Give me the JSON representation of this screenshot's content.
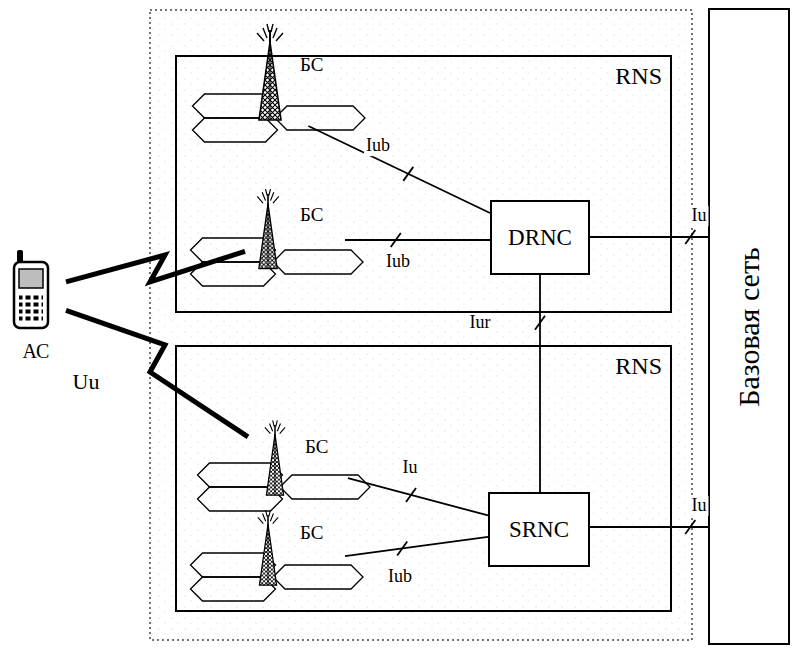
{
  "diagram": {
    "nodes": [
      {
        "text": [
          "RNS"
        ]
      },
      {
        "text": [
          "БС"
        ],
        "in": 0
      },
      {
        "text": [
          "БС"
        ],
        "in": 0
      },
      {
        "text": [
          "DRNC"
        ],
        "in": 0
      },
      {
        "text": [
          "RNS"
        ]
      },
      {
        "text": [
          "БС"
        ],
        "in": 4
      },
      {
        "text": [
          "БС"
        ],
        "in": 4
      },
      {
        "text": [
          "SRNC"
        ],
        "in": 4
      },
      {
        "text": [
          "Базовая сеть"
        ]
      },
      {
        "text": [
          "АС"
        ]
      }
    ],
    "edges": [
      {
        "from": 1,
        "to": 3,
        "arrow": "none",
        "label": "Iub"
      },
      {
        "from": 2,
        "to": 3,
        "arrow": "none",
        "label": "Iub"
      },
      {
        "from": 3,
        "to": 8,
        "arrow": "none",
        "label": "Iu"
      },
      {
        "from": 3,
        "to": 7,
        "arrow": "none",
        "label": "Iur"
      },
      {
        "from": 5,
        "to": 7,
        "arrow": "none",
        "label": "Iu"
      },
      {
        "from": 6,
        "to": 7,
        "arrow": "none",
        "label": "Iub"
      },
      {
        "from": 7,
        "to": 8,
        "arrow": "none",
        "label": "Iu"
      },
      {
        "from": 9,
        "to": 2,
        "arrow": "none"
      },
      {
        "from": 9,
        "to": 5,
        "arrow": "none",
        "label": "Uu"
      }
    ]
  }
}
